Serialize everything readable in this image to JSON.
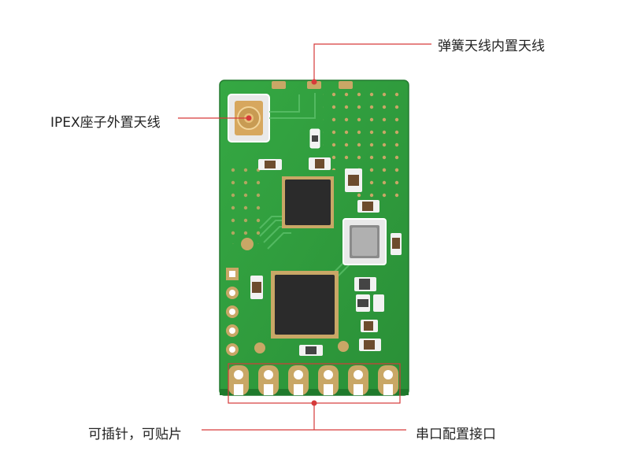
{
  "annotations": {
    "spring_antenna": "弹簧天线内置天线",
    "ipex_antenna": "IPEX座子外置天线",
    "pin_option": "可插针，可贴片",
    "uart_interface": "串口配置接口"
  },
  "colors": {
    "pcb": "#2f9a3c",
    "gold": "#c9a766",
    "callout_line": "#d63a3a",
    "chip": "#2b2b2b"
  }
}
